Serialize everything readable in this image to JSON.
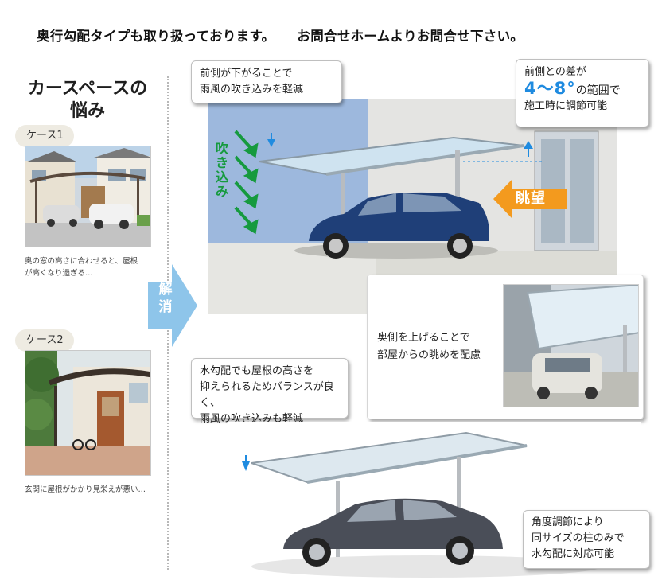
{
  "headline": {
    "part1": "奥行勾配タイプも取り扱っております。",
    "part2": "お問合せホームよりお問合せ下さい。"
  },
  "left": {
    "title_line1": "カースペースの",
    "title_line2": "悩み",
    "case1_label": "ケース1",
    "case1_caption_line1": "奥の窓の高さに合わせると、屋根",
    "case1_caption_line2": "が高くなり過ぎる…",
    "case2_label": "ケース2",
    "case2_caption": "玄関に屋根がかかり見栄えが悪い…"
  },
  "resolve_label_1": "解",
  "resolve_label_2": "消",
  "callouts": {
    "front_line1": "前側が下がることで",
    "front_line2": "雨風の吹き込みを軽減",
    "diff_line1": "前側との差が",
    "diff_range": "4〜8°",
    "diff_suffix": "の範囲で",
    "diff_line3": "施工時に調節可能",
    "rear_line1": "奥側を上げることで",
    "rear_line2": "部屋からの眺めを配慮",
    "low_line1": "水勾配でも屋根の高さを",
    "low_line2": "抑えられるためバランスが良く、",
    "low_line3": "雨風の吹き込みも軽減",
    "angle_line1": "角度調節により",
    "angle_line2": "同サイズの柱のみで",
    "angle_line3": "水勾配に対応可能"
  },
  "labels": {
    "fukikomi": "吹き込み",
    "chobo": "眺望"
  },
  "colors": {
    "accent_blue": "#1f8be0",
    "arrow_green": "#169a3e",
    "arrow_orange": "#f39a1e",
    "resolve_blue": "#8ec5ea"
  }
}
